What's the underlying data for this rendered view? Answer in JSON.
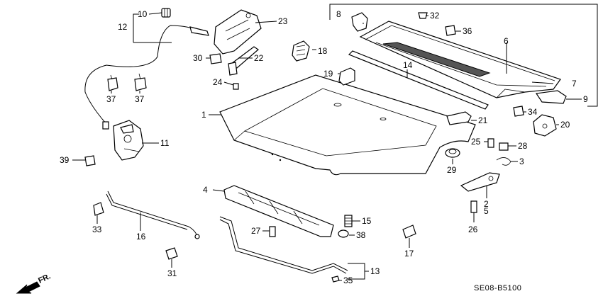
{
  "diagram": {
    "code": "SE08-B5100",
    "direction_label": "FR.",
    "callouts": {
      "c1": "1",
      "c2": "2",
      "c3": "3",
      "c4": "4",
      "c5": "5",
      "c6": "6",
      "c7": "7",
      "c8": "8",
      "c9": "9",
      "c10": "10",
      "c11": "11",
      "c12": "12",
      "c13": "13",
      "c14": "14",
      "c15": "15",
      "c16": "16",
      "c17": "17",
      "c18": "18",
      "c19": "19",
      "c20": "20",
      "c21": "21",
      "c22": "22",
      "c23": "23",
      "c24": "24",
      "c25": "25",
      "c26": "26",
      "c27": "27",
      "c28": "28",
      "c29": "29",
      "c30": "30",
      "c31": "31",
      "c32": "32",
      "c33": "33",
      "c34": "34",
      "c35": "35",
      "c36": "36",
      "c37a": "37",
      "c37b": "37",
      "c38": "38",
      "c39": "39"
    }
  }
}
